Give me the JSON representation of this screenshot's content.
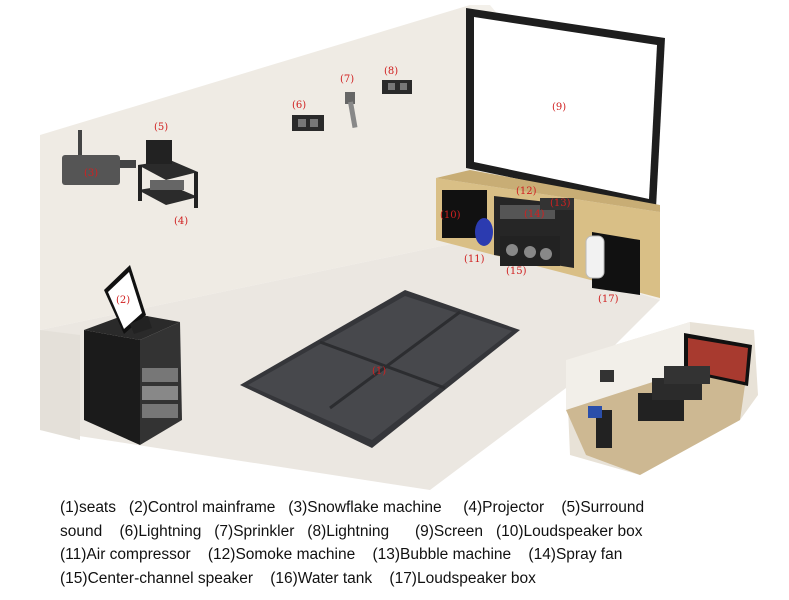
{
  "labels": {
    "seats": "(1)",
    "control_mainframe": "(2)",
    "snowflake_machine": "(3)",
    "projector": "(4)",
    "surround_sound": "(5)",
    "lightning_6": "(6)",
    "sprinkler": "(7)",
    "lightning_8": "(8)",
    "screen": "(9)",
    "loudspeaker_10": "(10)",
    "air_compressor": "(11)",
    "smoke_machine": "(12)",
    "bubble_machine": "(13)",
    "spray_fan": "(14)",
    "center_speaker": "(15)",
    "loudspeaker_17": "(17)"
  },
  "legend": {
    "line1": [
      "(1)seats",
      "(2)Control mainframe",
      "(3)Snowflake machine",
      "(4)Projector",
      "(5)Surround"
    ],
    "line2": [
      "sound",
      "(6)Lightning",
      "(7)Sprinkler",
      "(8)Lightning",
      "(9)Screen",
      "(10)Loudspeaker box"
    ],
    "line3": [
      "(11)Air compressor",
      "(12)Somoke machine",
      "(13)Bubble machine",
      "(14)Spray fan"
    ],
    "line4": [
      "(15)Center-channel speaker",
      "(16)Water tank",
      "(17)Loudspeaker box"
    ]
  },
  "colors": {
    "wall": "#efebe4",
    "floor": "#ece8e2",
    "cabinet": "#d9bf86",
    "label": "#d02020"
  }
}
